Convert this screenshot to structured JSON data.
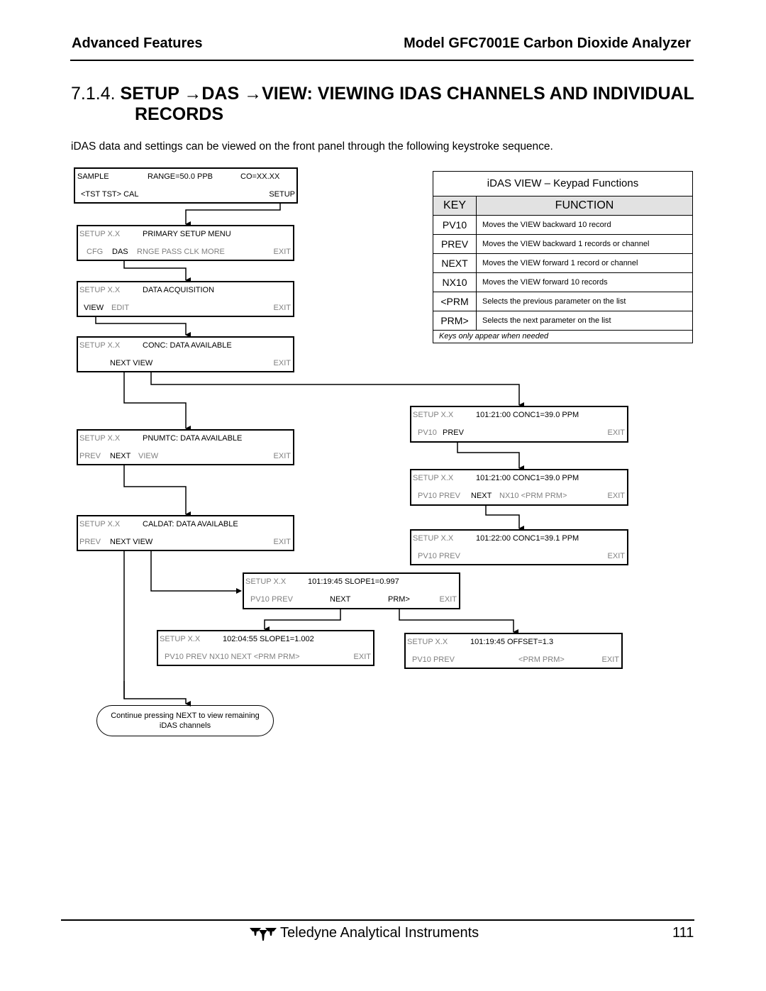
{
  "header": {
    "left": "Advanced Features",
    "right": "Model GFC7001E Carbon Dioxide Analyzer"
  },
  "section": {
    "number": "7.1.4.",
    "title_line1": "SETUP →DAS →VIEW:  VIEWING IDAS CHANNELS AND INDIVIDUAL",
    "title_line2": "RECORDS"
  },
  "intro": "iDAS data and settings can be viewed on the front panel through the following keystroke sequence.",
  "screens": {
    "s1": {
      "a": "SAMPLE",
      "b": "RANGE=50.0 PPB",
      "c": "CO=XX.XX",
      "d": "<TST   TST>  CAL",
      "e": "SETUP"
    },
    "s2": {
      "a": "SETUP X.X",
      "b": "PRIMARY SETUP MENU",
      "c": "CFG",
      "d": "DAS",
      "e": "RNGE PASS  CLK  MORE",
      "f": "EXIT"
    },
    "s3": {
      "a": "SETUP X.X",
      "b": "DATA ACQUISITION",
      "c": "VIEW",
      "d": "EDIT",
      "e": "EXIT"
    },
    "s4": {
      "a": "SETUP X.X",
      "b": "CONC: DATA AVAILABLE",
      "c": "NEXT  VIEW",
      "d": "EXIT"
    },
    "s5": {
      "a": "SETUP X.X",
      "b": "PNUMTC: DATA AVAILABLE",
      "c": "PREV",
      "d": "NEXT",
      "e": "VIEW",
      "f": "EXIT"
    },
    "s6": {
      "a": "SETUP X.X",
      "b": "CALDAT: DATA AVAILABLE",
      "c": "PREV",
      "d": "NEXT  VIEW",
      "e": "EXIT"
    },
    "r1": {
      "a": "SETUP X.X",
      "b": "101:21:00  CONC1=39.0 PPM",
      "c": "PV10",
      "d": "PREV",
      "e": "EXIT"
    },
    "r2": {
      "a": "SETUP X.X",
      "b": "101:21:00  CONC1=39.0 PPM",
      "c": "PV10  PREV",
      "d": "NEXT",
      "e": "NX10  <PRM   PRM>",
      "f": "EXIT"
    },
    "r3": {
      "a": "SETUP X.X",
      "b": "101:22:00  CONC1=39.1 PPM",
      "c": "PV10  PREV",
      "d": "EXIT"
    },
    "c1": {
      "a": "SETUP X.X",
      "b": "101:19:45  SLOPE1=0.997",
      "c": "PV10  PREV",
      "d": "NEXT",
      "e": "PRM>",
      "f": "EXIT"
    },
    "c2": {
      "a": "SETUP X.X",
      "b": "102:04:55  SLOPE1=1.002",
      "c": "PV10  PREV  NX10  NEXT  <PRM  PRM>",
      "d": "EXIT"
    },
    "c3": {
      "a": "SETUP X.X",
      "b": "101:19:45  OFFSET=1.3",
      "c": "PV10  PREV",
      "d": "<PRM  PRM>",
      "e": "EXIT"
    }
  },
  "key_table": {
    "title": "iDAS VIEW – Keypad Functions",
    "col_key": "KEY",
    "col_function": "FUNCTION",
    "rows": [
      {
        "key": "PV10",
        "fn": "Moves the VIEW backward 10 record"
      },
      {
        "key": "PREV",
        "fn": "Moves the VIEW backward 1 records or channel"
      },
      {
        "key": "NEXT",
        "fn": "Moves the VIEW forward 1 record or channel"
      },
      {
        "key": "NX10",
        "fn": "Moves the VIEW forward 10 records"
      },
      {
        "key": "<PRM",
        "fn": "Selects the previous parameter on the list"
      },
      {
        "key": "PRM>",
        "fn": "Selects the next parameter on the list"
      }
    ],
    "note": "Keys only appear when needed"
  },
  "bubble": {
    "line1": "Continue pressing NEXT to view remaining",
    "line2": "iDAS channels"
  },
  "footer": {
    "brand": "Teledyne Analytical Instruments",
    "page": "111"
  }
}
